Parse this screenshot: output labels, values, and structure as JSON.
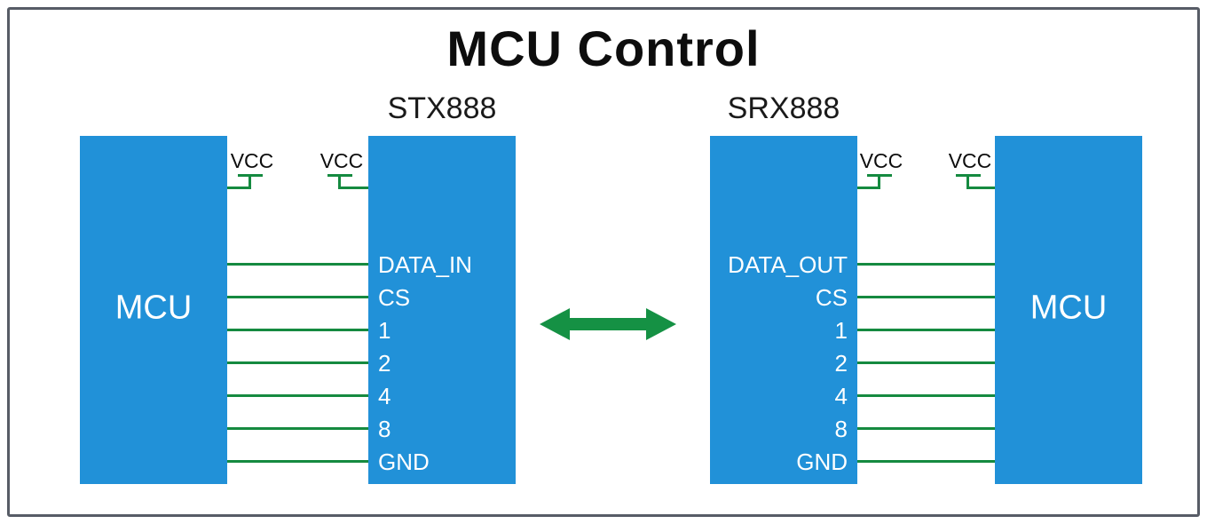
{
  "title": "MCU Control",
  "left_system": {
    "mcu_label": "MCU",
    "chip_label": "STX888",
    "vcc_labels": [
      "VCC",
      "VCC"
    ],
    "pins": [
      "DATA_IN",
      "CS",
      "1",
      "2",
      "4",
      "8",
      "GND"
    ]
  },
  "right_system": {
    "mcu_label": "MCU",
    "chip_label": "SRX888",
    "vcc_labels": [
      "VCC",
      "VCC"
    ],
    "pins": [
      "DATA_OUT",
      "CS",
      "1",
      "2",
      "4",
      "8",
      "GND"
    ]
  },
  "colors": {
    "block_blue": "#2191d8",
    "wire_green": "#158a40",
    "border_gray": "#575c66"
  }
}
